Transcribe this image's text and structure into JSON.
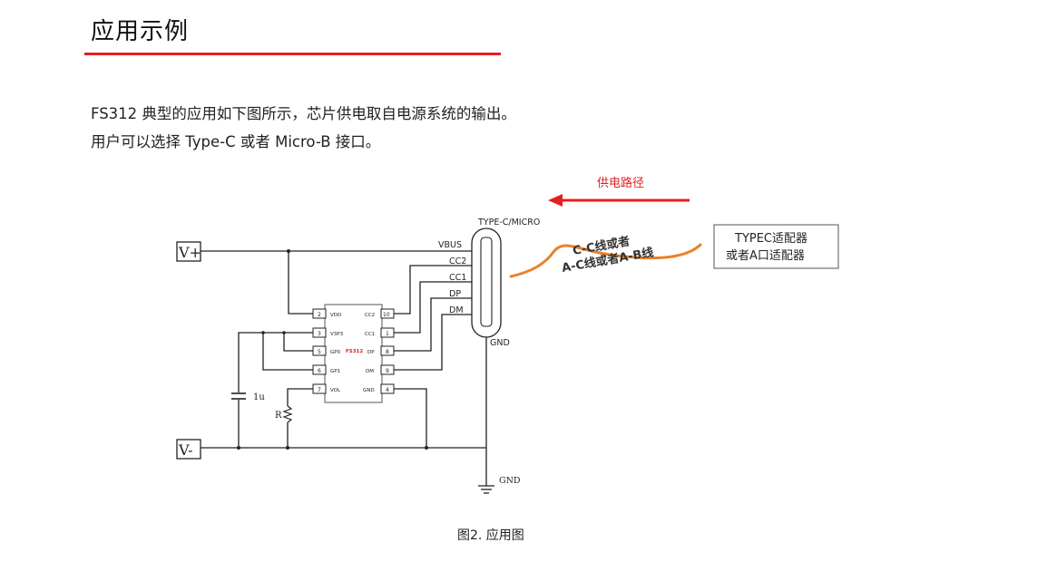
{
  "section": {
    "title": "应用示例",
    "accent_color": "#e41f1f"
  },
  "description": {
    "line1": "FS312 典型的应用如下图所示，芯片供电取自电源系统的输出。",
    "line2": "用户可以选择 Type-C 或者 Micro-B 接口。"
  },
  "diagram": {
    "power_path_label": "供电路径",
    "power_path_color": "#e41f1f",
    "cable_color": "#e8822a",
    "vplus_label": "V+",
    "vminus_label": "V-",
    "connector_label": "TYPE-C/MICRO",
    "connector_gnd_label": "GND",
    "ground_label": "GND",
    "net_labels": [
      "VBUS",
      "CC2",
      "CC1",
      "DP",
      "DM"
    ],
    "cable_label_1": "C-C线或者",
    "cable_label_2": "A-C线或者A-B线",
    "adapter_line1": "TYPEC适配器",
    "adapter_line2": "或者A口适配器",
    "capacitor_label": "1u",
    "resistor_label": "R",
    "chip_name": "FS312",
    "chip_left_pins": [
      {
        "num": "2",
        "name": "VDD"
      },
      {
        "num": "3",
        "name": "V3P3"
      },
      {
        "num": "5",
        "name": "GP0"
      },
      {
        "num": "6",
        "name": "GP1"
      },
      {
        "num": "7",
        "name": "VOL"
      }
    ],
    "chip_right_pins": [
      {
        "num": "10",
        "name": "CC2"
      },
      {
        "num": "1",
        "name": "CC1"
      },
      {
        "num": "8",
        "name": "DP"
      },
      {
        "num": "9",
        "name": "DM"
      },
      {
        "num": "4",
        "name": "GND"
      }
    ]
  },
  "caption": "图2. 应用图"
}
